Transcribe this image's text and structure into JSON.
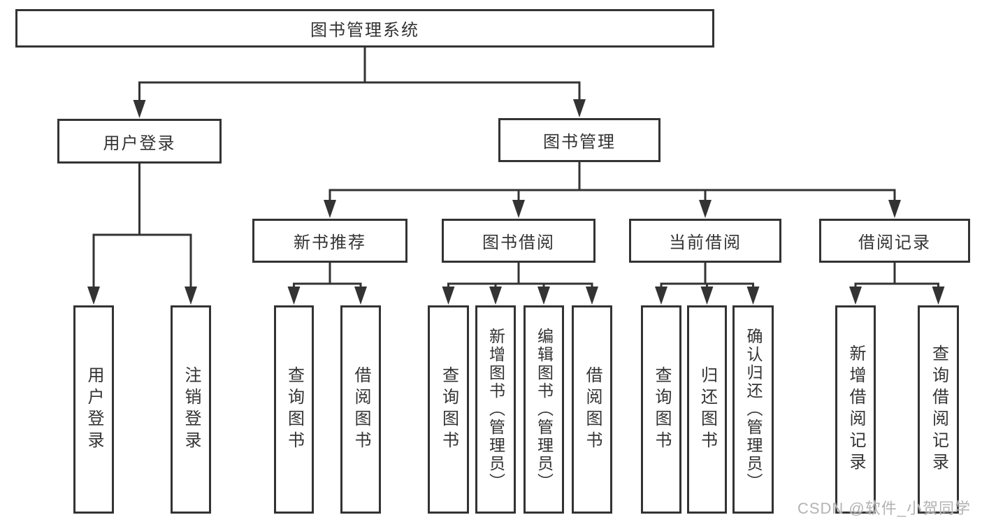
{
  "diagram": {
    "nodes": [
      {
        "id": "root",
        "label": "图书管理系统",
        "parent": null,
        "orientation": "horizontal"
      },
      {
        "id": "user-login",
        "label": "用户登录",
        "parent": "root",
        "orientation": "horizontal"
      },
      {
        "id": "book-mgmt",
        "label": "图书管理",
        "parent": "root",
        "orientation": "horizontal"
      },
      {
        "id": "new-book-rec",
        "label": "新书推荐",
        "parent": "book-mgmt",
        "orientation": "horizontal"
      },
      {
        "id": "book-borrow",
        "label": "图书借阅",
        "parent": "book-mgmt",
        "orientation": "horizontal"
      },
      {
        "id": "current-borrow",
        "label": "当前借阅",
        "parent": "book-mgmt",
        "orientation": "horizontal"
      },
      {
        "id": "borrow-records",
        "label": "借阅记录",
        "parent": "book-mgmt",
        "orientation": "horizontal"
      },
      {
        "id": "login-leaf",
        "label": "用户登录",
        "parent": "user-login",
        "orientation": "vertical"
      },
      {
        "id": "logout-leaf",
        "label": "注销登录",
        "parent": "user-login",
        "orientation": "vertical"
      },
      {
        "id": "query-book-a",
        "label": "查询图书",
        "parent": "new-book-rec",
        "orientation": "vertical"
      },
      {
        "id": "borrow-book-a",
        "label": "借阅图书",
        "parent": "new-book-rec",
        "orientation": "vertical"
      },
      {
        "id": "query-book-b",
        "label": "查询图书",
        "parent": "book-borrow",
        "orientation": "vertical"
      },
      {
        "id": "add-book",
        "label": "新增图书（管理员）",
        "parent": "book-borrow",
        "orientation": "vertical"
      },
      {
        "id": "edit-book",
        "label": "编辑图书（管理员）",
        "parent": "book-borrow",
        "orientation": "vertical"
      },
      {
        "id": "borrow-book-b",
        "label": "借阅图书",
        "parent": "book-borrow",
        "orientation": "vertical"
      },
      {
        "id": "query-book-c",
        "label": "查询图书",
        "parent": "current-borrow",
        "orientation": "vertical"
      },
      {
        "id": "return-book",
        "label": "归还图书",
        "parent": "current-borrow",
        "orientation": "vertical"
      },
      {
        "id": "confirm-return",
        "label": "确认归还（管理员）",
        "parent": "current-borrow",
        "orientation": "vertical"
      },
      {
        "id": "add-borrow-record",
        "label": "新增借阅记录",
        "parent": "borrow-records",
        "orientation": "vertical"
      },
      {
        "id": "query-borrow-record",
        "label": "查询借阅记录",
        "parent": "borrow-records",
        "orientation": "vertical"
      }
    ]
  },
  "watermark": {
    "text": "CSDN @软件_小贺同学"
  },
  "colors": {
    "line": "#333333",
    "box_border": "#333333",
    "text": "#333333",
    "watermark": "#b3b3b3",
    "background": "#ffffff"
  }
}
